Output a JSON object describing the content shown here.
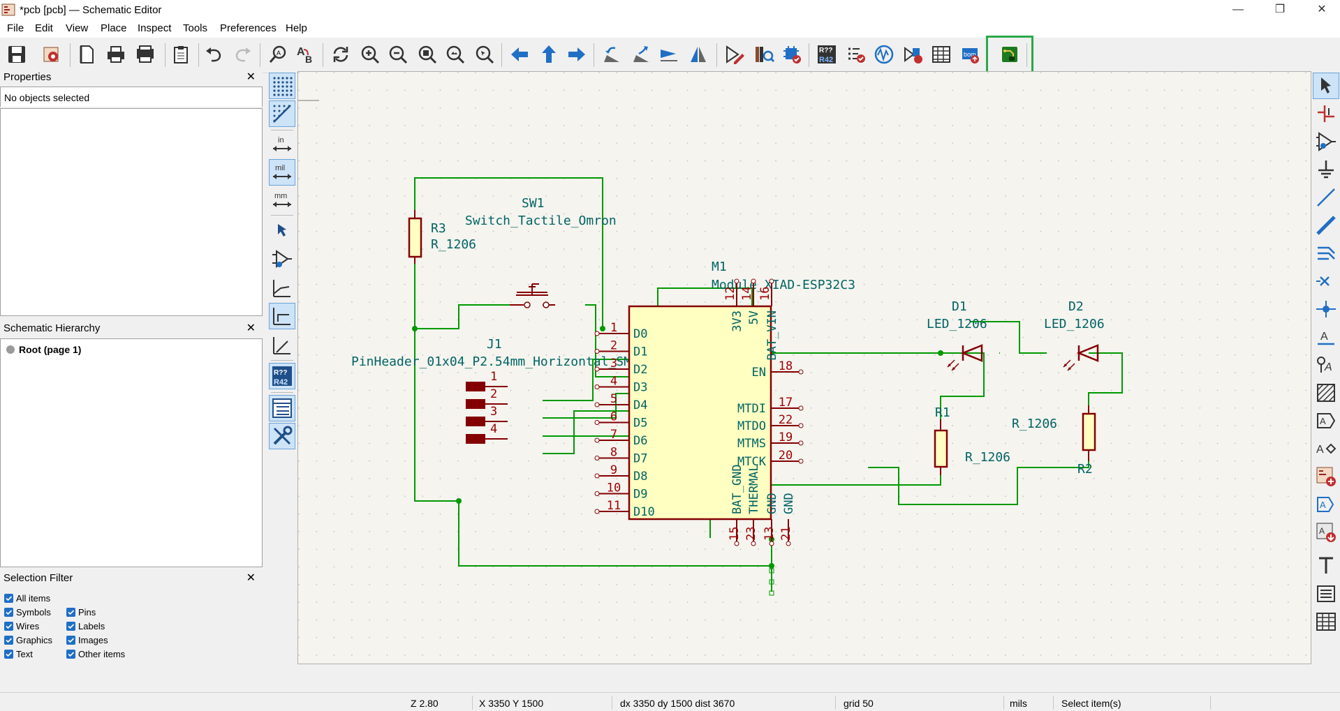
{
  "window": {
    "title": "*pcb [pcb] — Schematic Editor",
    "minimize": "—",
    "restore": "❐",
    "close": "✕"
  },
  "menu": [
    "File",
    "Edit",
    "View",
    "Place",
    "Inspect",
    "Tools",
    "Preferences",
    "Help"
  ],
  "panels": {
    "properties": {
      "title": "Properties",
      "empty_text": "No objects selected"
    },
    "hierarchy": {
      "title": "Schematic Hierarchy",
      "root": "Root (page 1)"
    },
    "selection_filter": {
      "title": "Selection Filter",
      "items": [
        "All items",
        "Symbols",
        "Pins",
        "Wires",
        "Labels",
        "Graphics",
        "Images",
        "Text",
        "Other items"
      ]
    },
    "close_glyph": "✕"
  },
  "left_toolbar_text": {
    "inches": "in",
    "mils": "mil",
    "mm": "mm"
  },
  "schematic": {
    "r3": {
      "ref": "R3",
      "value": "R_1206"
    },
    "sw1": {
      "ref": "SW1",
      "value": "Switch_Tactile_Omron"
    },
    "m1": {
      "ref": "M1",
      "value": "Module_XIAD-ESP32C3"
    },
    "j1": {
      "ref": "J1",
      "value": "PinHeader_01x04_P2.54mm_Horizontal_SMD",
      "pins": [
        "1",
        "2",
        "3",
        "4"
      ]
    },
    "d1": {
      "ref": "D1",
      "value": "LED_1206"
    },
    "d2": {
      "ref": "D2",
      "value": "LED_1206"
    },
    "r1": {
      "ref": "R1",
      "value": "R_1206"
    },
    "r2": {
      "ref": "R2",
      "value": "R_1206"
    },
    "m1_left_pins": [
      {
        "num": "1",
        "name": "D0"
      },
      {
        "num": "2",
        "name": "D1"
      },
      {
        "num": "3",
        "name": "D2"
      },
      {
        "num": "4",
        "name": "D3"
      },
      {
        "num": "5",
        "name": "D4"
      },
      {
        "num": "6",
        "name": "D5"
      },
      {
        "num": "7",
        "name": "D6"
      },
      {
        "num": "8",
        "name": "D7"
      },
      {
        "num": "9",
        "name": "D8"
      },
      {
        "num": "10",
        "name": "D9"
      },
      {
        "num": "11",
        "name": "D10"
      }
    ],
    "m1_right_pins": [
      {
        "num": "18",
        "name": "EN"
      },
      {
        "num": "17",
        "name": "MTDI"
      },
      {
        "num": "22",
        "name": "MTDO"
      },
      {
        "num": "19",
        "name": "MTMS"
      },
      {
        "num": "20",
        "name": "MTCK"
      }
    ],
    "m1_top_pins": [
      {
        "num": "12",
        "name": "3V3"
      },
      {
        "num": "14",
        "name": "5V"
      },
      {
        "num": "16",
        "name": "BAT_VIN"
      }
    ],
    "m1_bottom_pins": [
      {
        "num": "15",
        "name": "BAT_GND"
      },
      {
        "num": "23",
        "name": "THERMAL"
      },
      {
        "num": "13",
        "name": "GND"
      },
      {
        "num": "21",
        "name": "GND"
      }
    ]
  },
  "status": {
    "zoom": "Z 2.80",
    "xy": "X 3350  Y 1500",
    "delta": "dx 3350  dy 1500  dist 3670",
    "grid": "grid 50",
    "units": "mils",
    "action": "Select item(s)"
  },
  "colors": {
    "wire": "#009900",
    "component": "#840000",
    "body_fill": "#ffffc2",
    "text": "#006464",
    "accent": "#1f6fc5",
    "highlight": "#2aa84a"
  }
}
